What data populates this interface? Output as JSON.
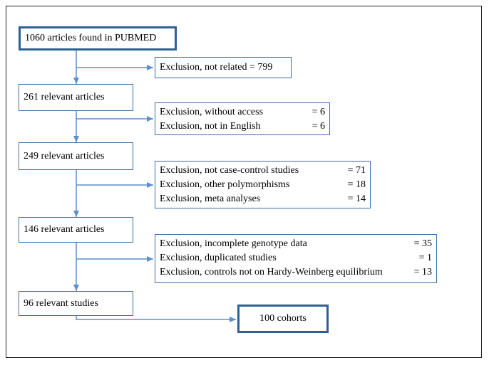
{
  "flow": {
    "steps": [
      "1060 articles found in PUBMED",
      "261 relevant articles",
      "249 relevant articles",
      "146 relevant articles",
      "96 relevant studies"
    ],
    "exclusions": [
      {
        "rows": [
          {
            "label": "Exclusion,  not related = 799",
            "value": ""
          }
        ]
      },
      {
        "rows": [
          {
            "label": "Exclusion,  without access",
            "value": "= 6"
          },
          {
            "label": "Exclusion,  not in English",
            "value": "= 6"
          }
        ]
      },
      {
        "rows": [
          {
            "label": "Exclusion,  not case-control studies",
            "value": "= 71"
          },
          {
            "label": "Exclusion,  other polymorphisms",
            "value": "= 18"
          },
          {
            "label": "Exclusion,  meta analyses",
            "value": "= 14"
          }
        ]
      },
      {
        "rows": [
          {
            "label": "Exclusion,  incomplete genotype data",
            "value": "= 35"
          },
          {
            "label": "Exclusion,  duplicated studies",
            "value": "=  1"
          },
          {
            "label": "Exclusion,  controls not on Hardy-Weinberg equilibrium",
            "value": "= 13"
          }
        ]
      }
    ],
    "result": "100 cohorts",
    "line_color": "#5b8fcf",
    "box_border_color": "#2e5f95"
  }
}
